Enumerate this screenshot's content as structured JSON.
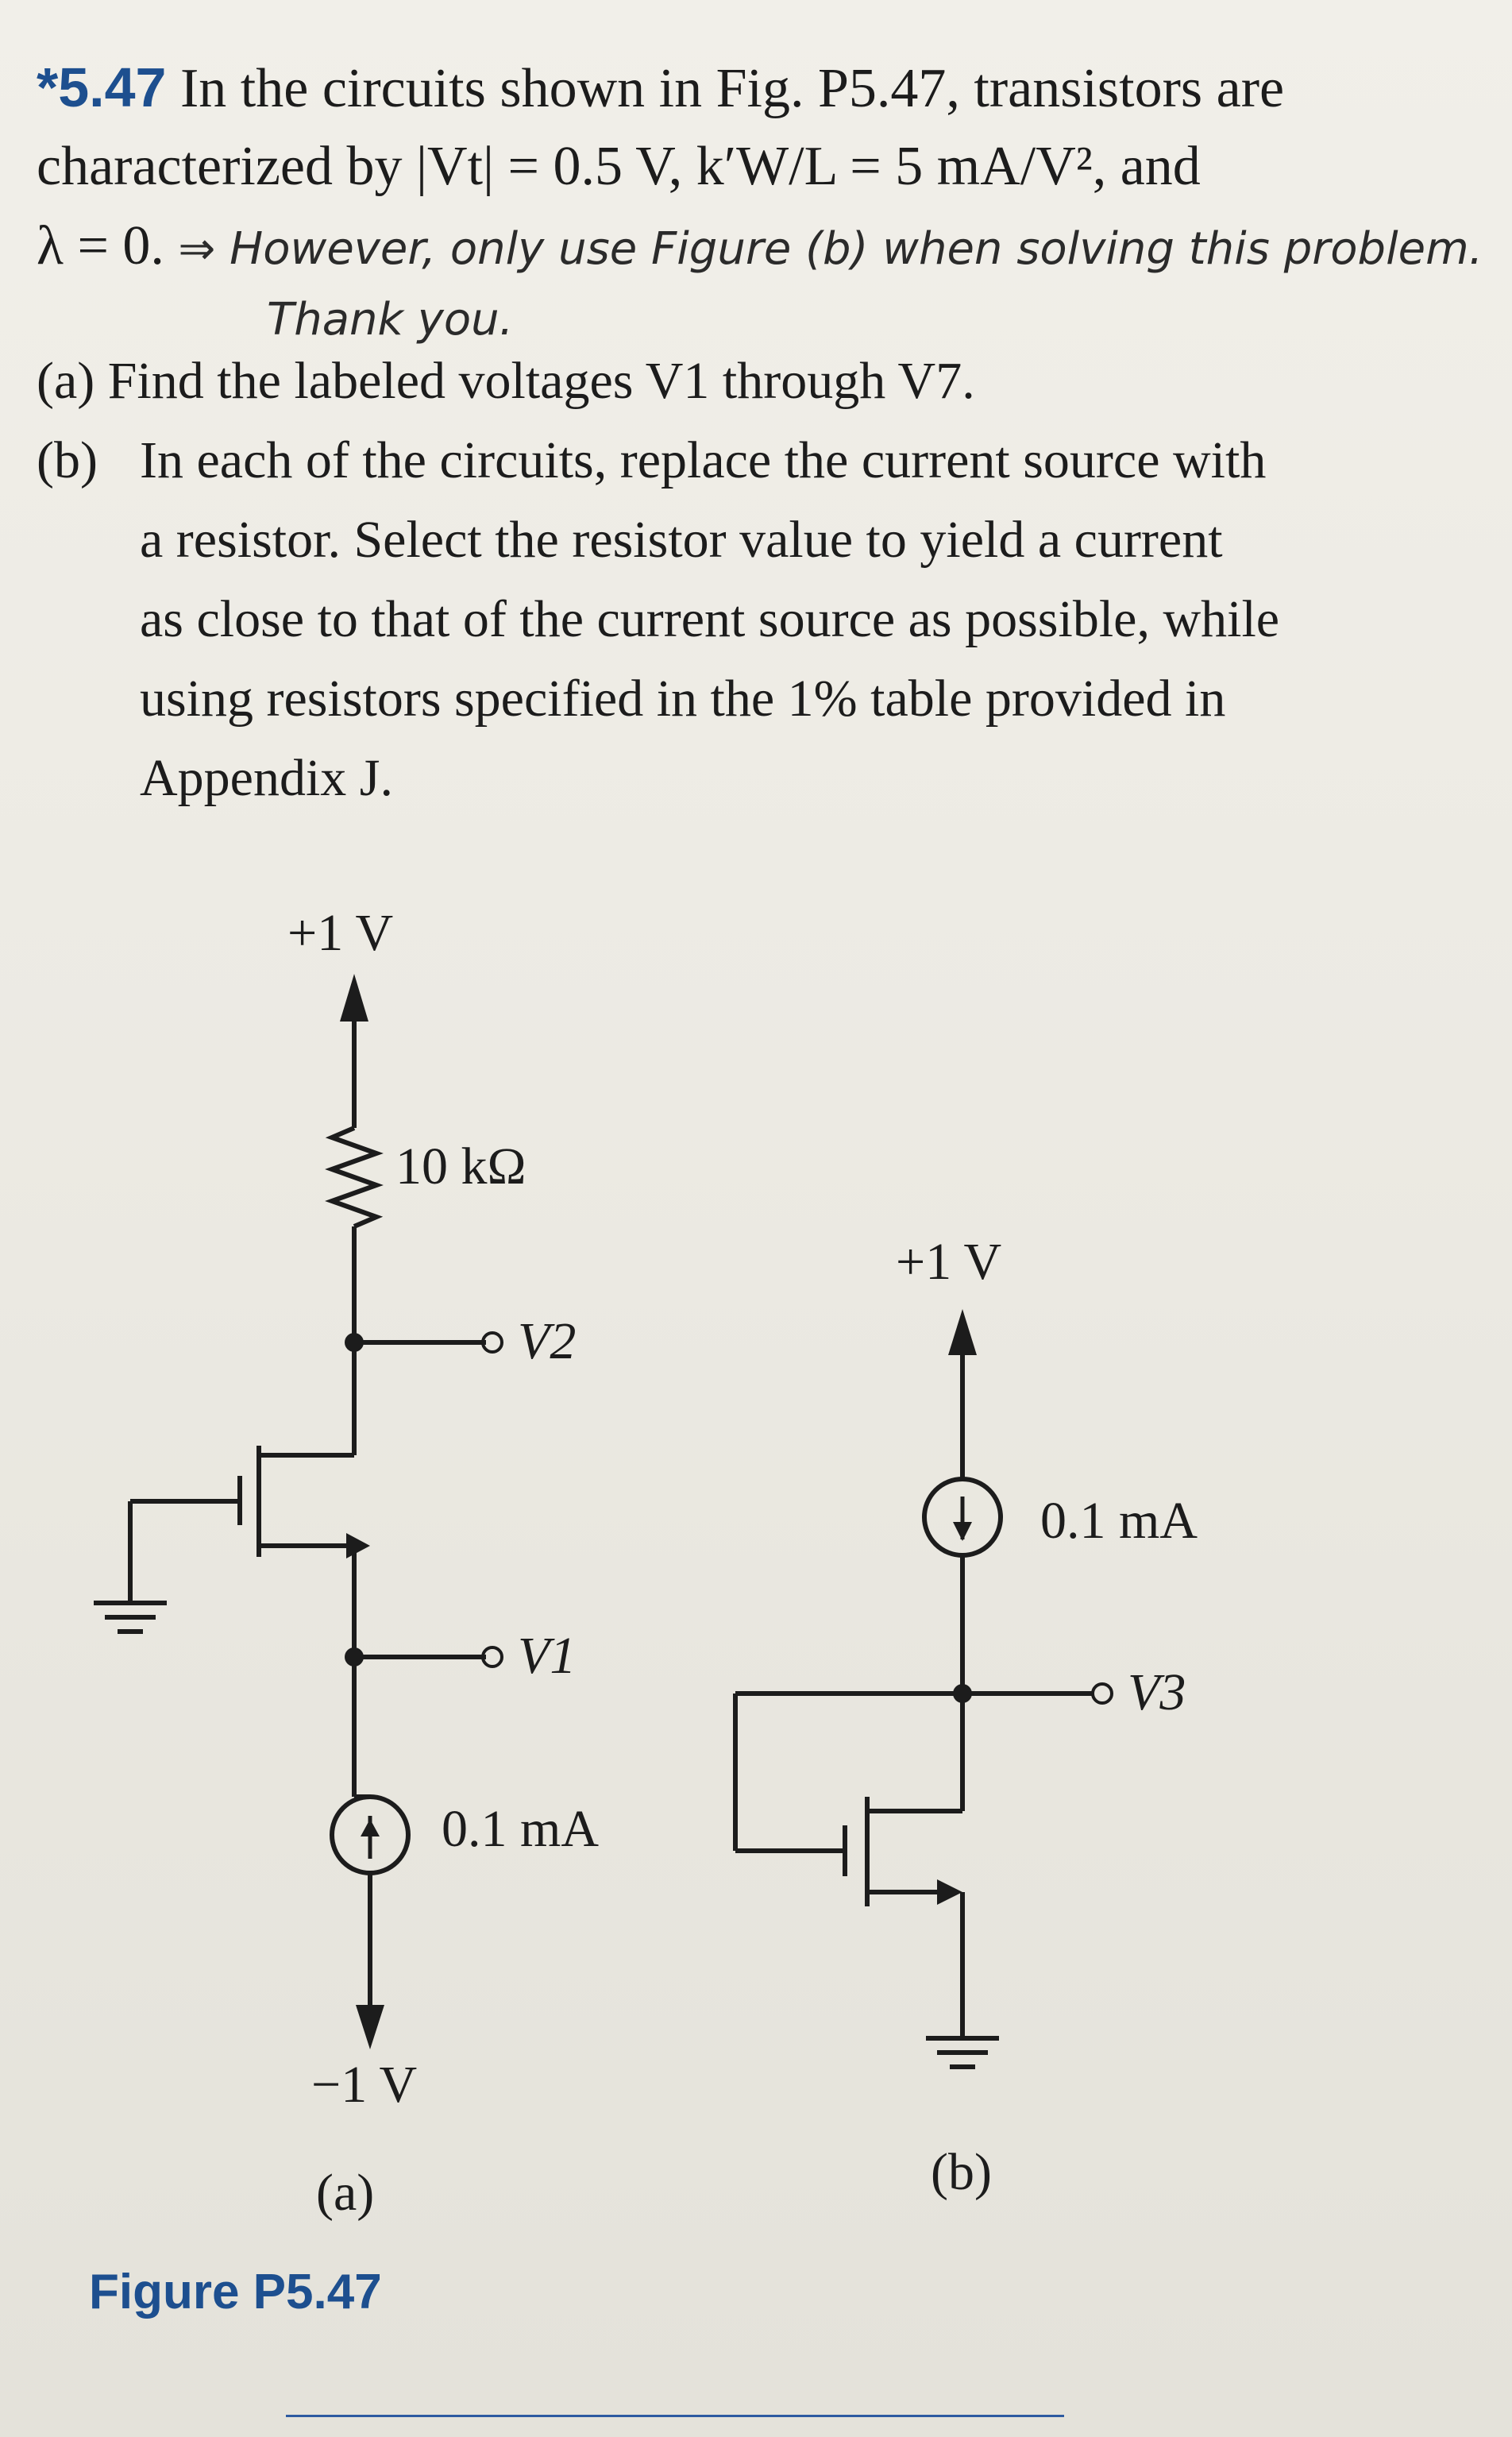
{
  "problem": {
    "number": "*5.47",
    "line1": "In the circuits shown in Fig. P5.47, transistors are",
    "line2": "characterized by  |Vt| = 0.5 V,  k′W/L = 5 mA/V², and",
    "line3_printed": "λ = 0.",
    "handwritten_note": "⇒ However, only use Figure (b) when solving this problem.",
    "handwritten_note2": "Thank you.",
    "part_a_label": "(a)",
    "part_a_text": "Find the labeled voltages V1 through V7.",
    "part_b_label": "(b)",
    "part_b_lines": [
      "In each of the circuits, replace the current source with",
      "a resistor. Select the resistor value to yield a current",
      "as close to that of the current source as possible, while",
      "using resistors specified in the 1% table provided in",
      "Appendix J."
    ]
  },
  "circuit_a": {
    "supply_top": "+1 V",
    "resistor": "10 kΩ",
    "node_upper": "V2",
    "node_lower": "V1",
    "current_source": "0.1 mA",
    "supply_bottom": "−1 V",
    "label": "(a)"
  },
  "circuit_b": {
    "supply_top": "+1 V",
    "current_source": "0.1 mA",
    "node": "V3",
    "label": "(b)"
  },
  "figure_caption": "Figure P5.47"
}
